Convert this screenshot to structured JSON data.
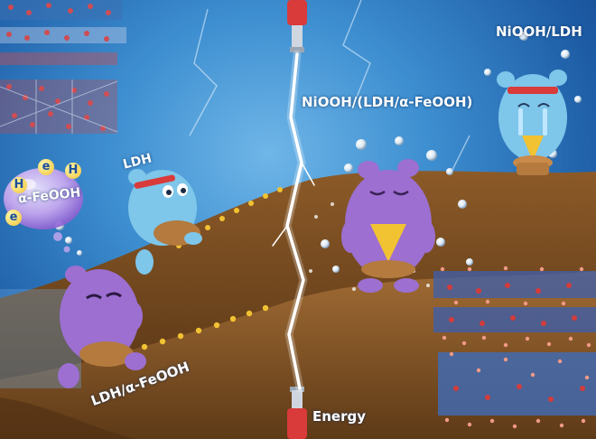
{
  "labels": {
    "niooh_ldh": "NiOOH/LDH",
    "niooh_ldh_feooh": "NiOOH/(LDH/α-FeOOH)",
    "ldh": "LDH",
    "feooh_bubble": "α-FeOOH",
    "ldh_feooh": "LDH/α-FeOOH",
    "energy": "Energy"
  },
  "bubble_symbols": [
    "H",
    "e",
    "H",
    "e"
  ],
  "colors": {
    "sky": "#3d8ed0",
    "hill": "#8a5a2b",
    "blue_character": "#7ec6ea",
    "purple_character": "#9c6fd1",
    "electrode": "#d93a3a",
    "bubble": "#c9a7f0",
    "particle": "#f1c232"
  }
}
